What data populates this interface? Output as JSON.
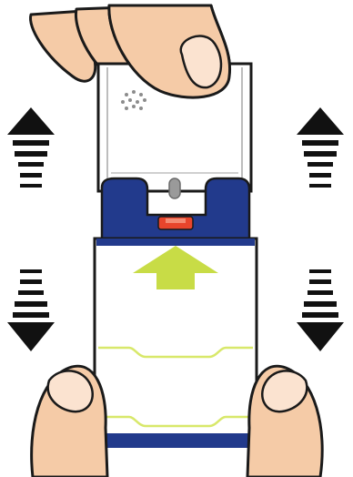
{
  "illustration": {
    "device": "inhaler-device",
    "icons": [
      "arrow-up-icon-left",
      "arrow-down-icon-left",
      "arrow-up-icon-right",
      "arrow-down-icon-right",
      "arrow-up-icon-center"
    ],
    "colors": {
      "skin": "#f5cba7",
      "skin_outline": "#1a1a1a",
      "nail": "#fbe3d0",
      "navy": "#223a8c",
      "red": "#e8452c",
      "yellow_green": "#c8dc46",
      "arrow": "#111111",
      "cap_fill": "#ffffff",
      "speckle": "#9a9a9a",
      "counter": "#9a9a9a"
    }
  }
}
